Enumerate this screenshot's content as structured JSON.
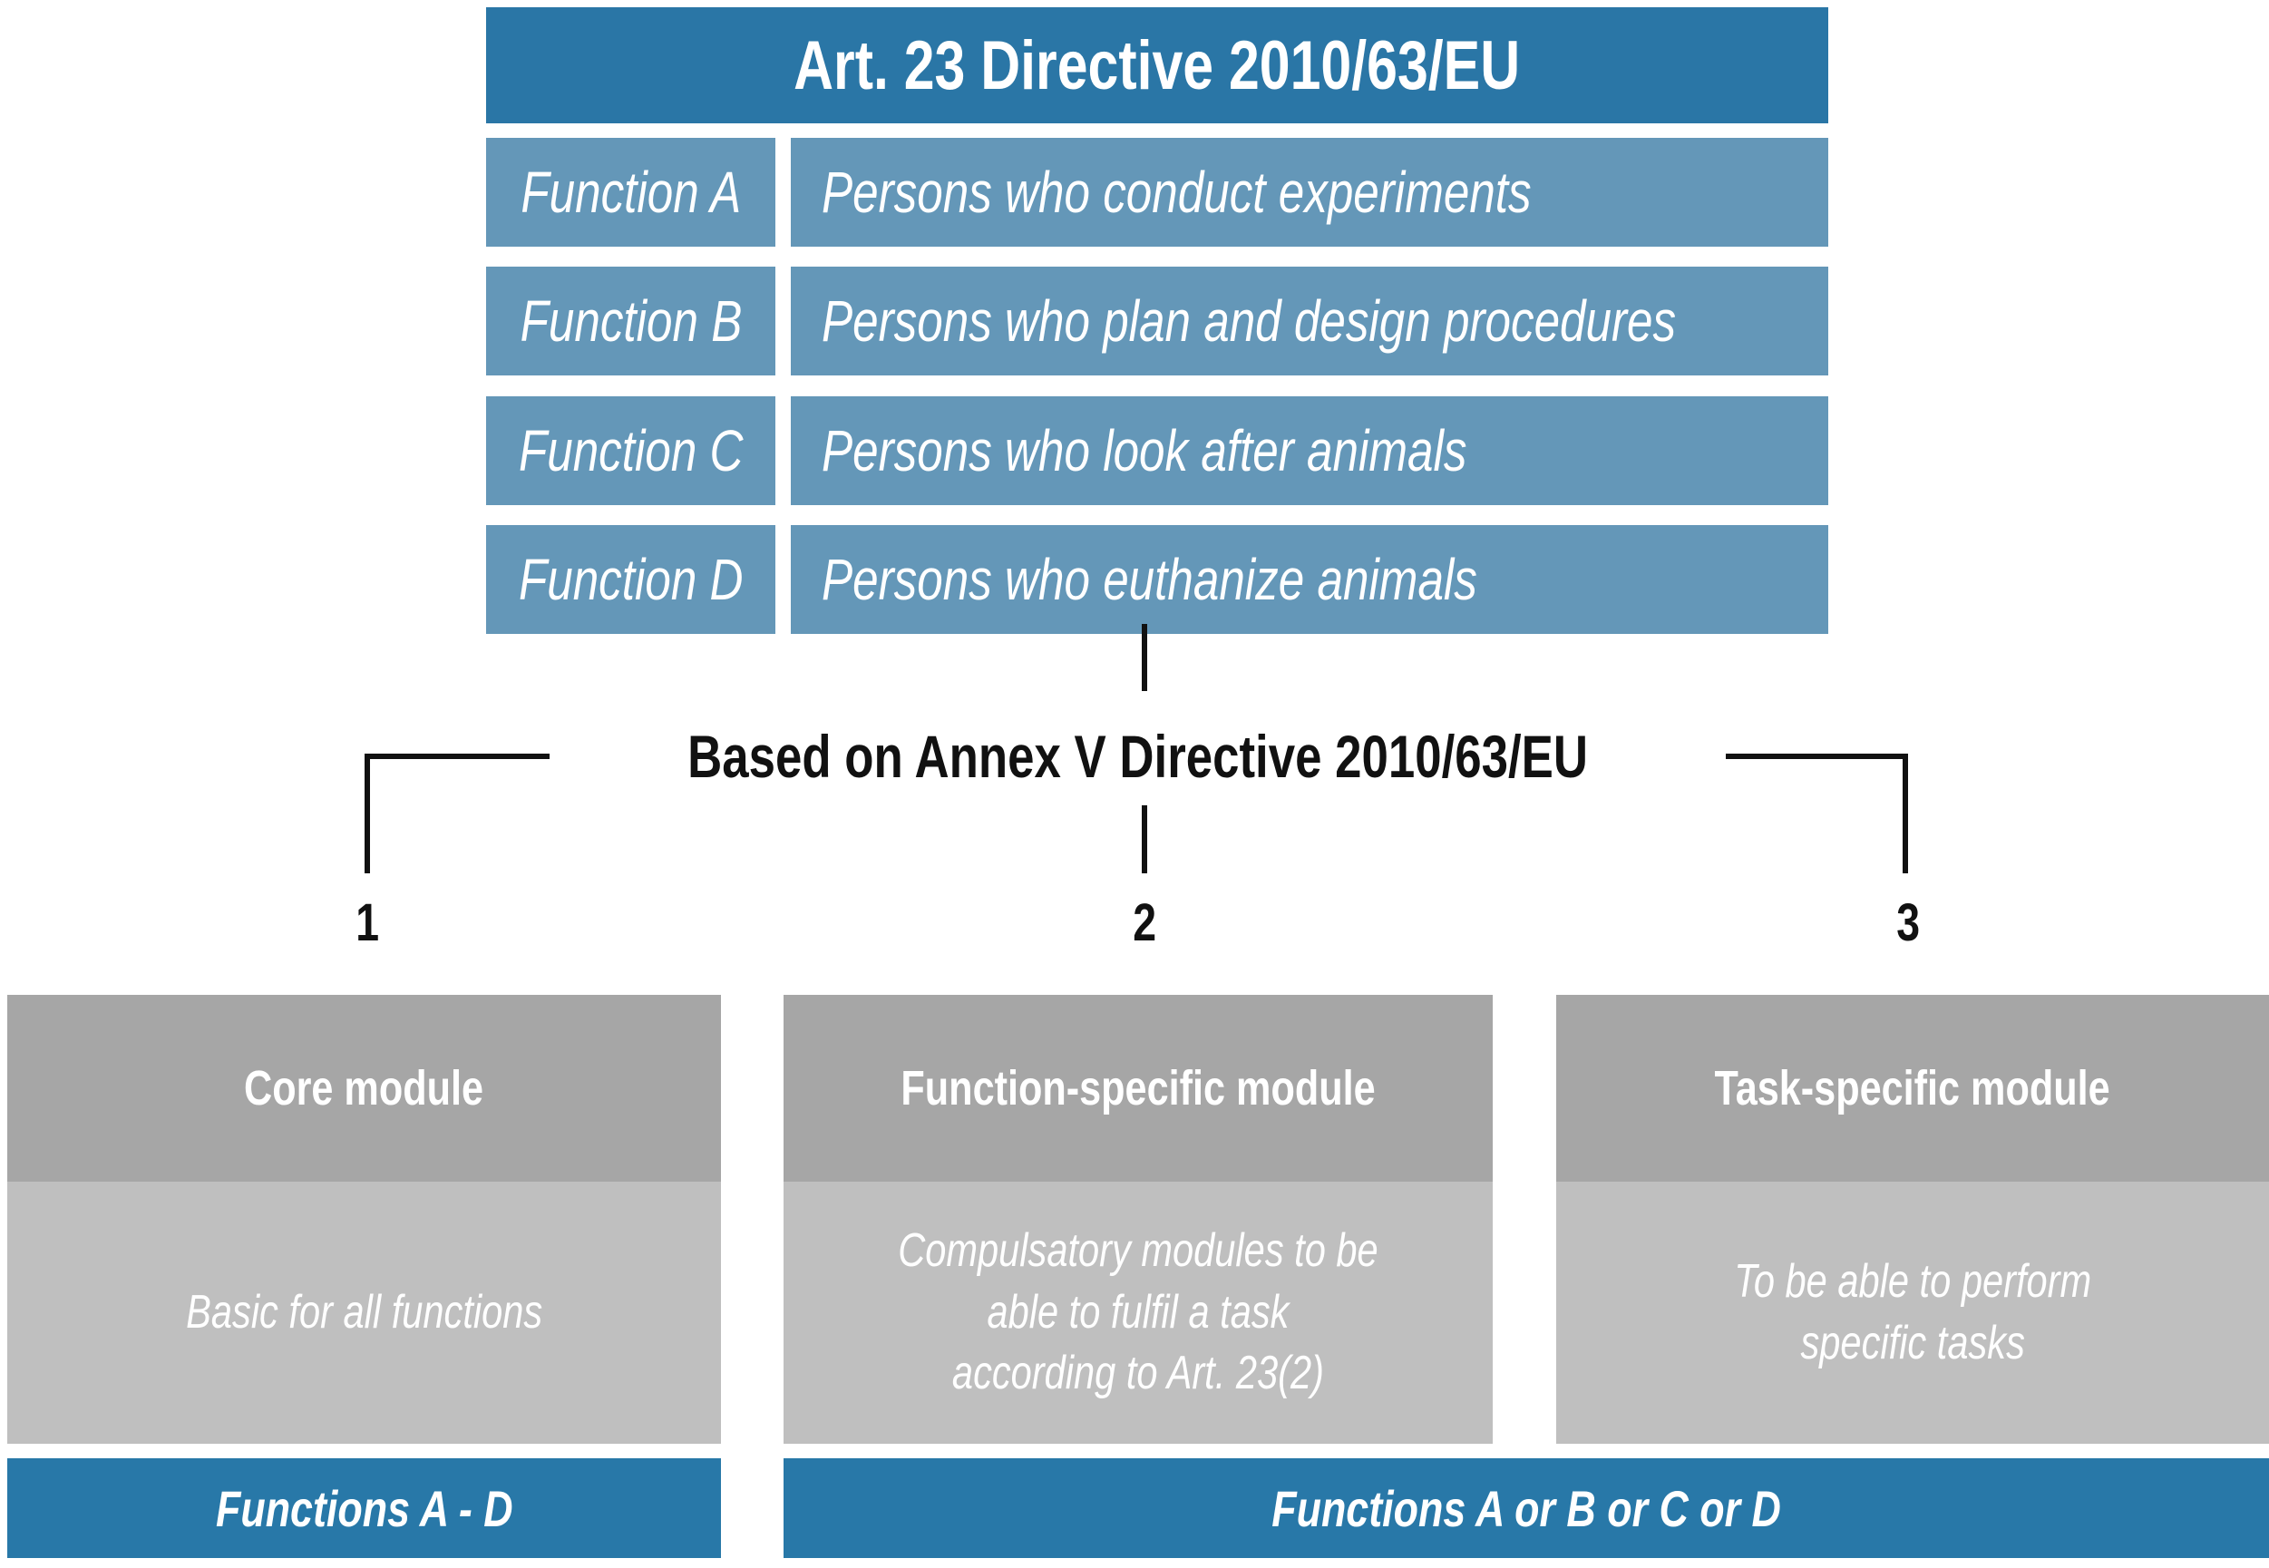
{
  "table": {
    "title": "Art. 23 Directive 2010/63/EU",
    "rows": [
      {
        "function": "Function A",
        "description": "Persons who conduct experiments"
      },
      {
        "function": "Function B",
        "description": "Persons who plan and design procedures"
      },
      {
        "function": "Function C",
        "description": "Persons who look after animals"
      },
      {
        "function": "Function D",
        "description": "Persons who euthanize animals"
      }
    ]
  },
  "connector": {
    "label": "Based on Annex V Directive 2010/63/EU"
  },
  "branch_numbers": [
    "1",
    "2",
    "3"
  ],
  "modules": [
    {
      "title": "Core module",
      "body_lines": [
        "Basic for all functions"
      ],
      "footer": "Functions A - D"
    },
    {
      "title": "Function-specific module",
      "body_lines": [
        "Compulsatory modules to be",
        "able to fulfil a task",
        "according to Art. 23(2)"
      ]
    },
    {
      "title": "Task-specific module",
      "body_lines": [
        "To be able to perform",
        "specific tasks"
      ]
    }
  ],
  "shared_footer": "Functions A or B or C or D",
  "colors": {
    "header_blue": "#2a76a6",
    "row_blue": "#6497b8",
    "module_header_gray": "#a6a6a6",
    "module_body_gray": "#bfbfbf",
    "footer_blue": "#2878a8",
    "line_black": "#111111"
  }
}
